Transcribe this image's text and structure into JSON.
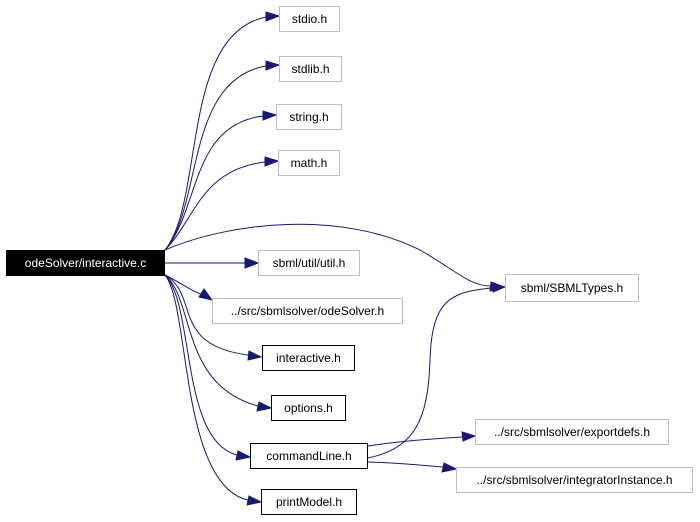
{
  "colors": {
    "edge": "#191970",
    "root_fill": "#000000",
    "root_text": "#ffffff",
    "grey_border": "#bfbfbf",
    "black_border": "#000000"
  },
  "nodes": {
    "root": "odeSolver/interactive.c",
    "stdio": "stdio.h",
    "stdlib": "stdlib.h",
    "string": "string.h",
    "math": "math.h",
    "util": "sbml/util/util.h",
    "odesolver": "../src/sbmlsolver/odeSolver.h",
    "interactive": "interactive.h",
    "options": "options.h",
    "commandline": "commandLine.h",
    "printmodel": "printModel.h",
    "sbmltypes": "sbml/SBMLTypes.h",
    "exportdefs": "../src/sbmlsolver/exportdefs.h",
    "integratorinstance": "../src/sbmlsolver/integratorInstance.h"
  },
  "edges": [
    [
      "root",
      "stdio"
    ],
    [
      "root",
      "stdlib"
    ],
    [
      "root",
      "string"
    ],
    [
      "root",
      "math"
    ],
    [
      "root",
      "sbmltypes"
    ],
    [
      "root",
      "util"
    ],
    [
      "root",
      "odesolver"
    ],
    [
      "root",
      "interactive"
    ],
    [
      "root",
      "options"
    ],
    [
      "root",
      "commandline"
    ],
    [
      "root",
      "printmodel"
    ],
    [
      "commandline",
      "sbmltypes"
    ],
    [
      "commandline",
      "exportdefs"
    ],
    [
      "commandline",
      "integratorinstance"
    ]
  ]
}
